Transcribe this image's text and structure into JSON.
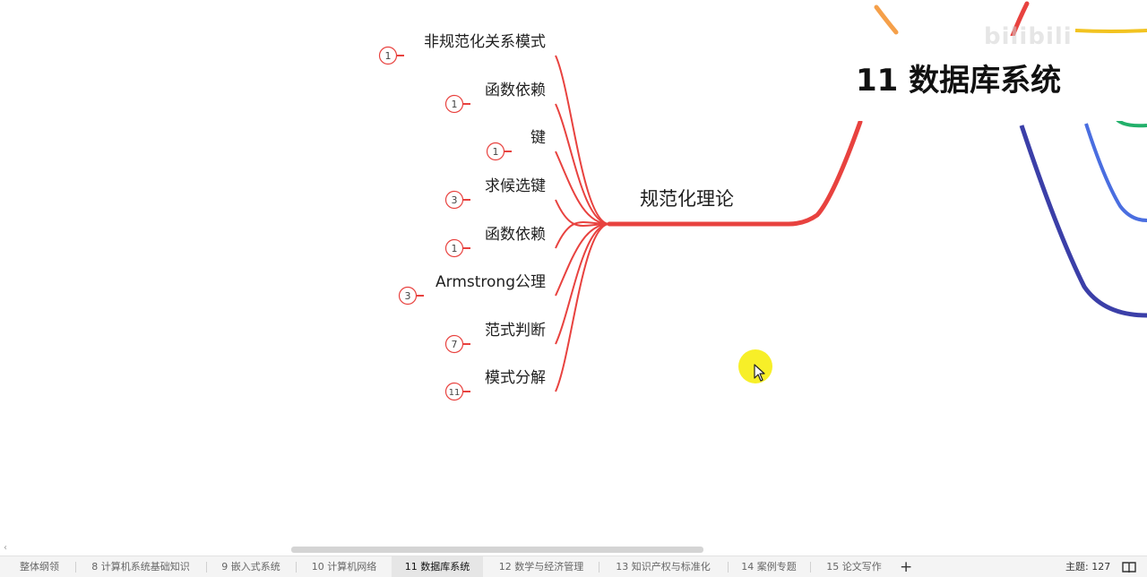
{
  "mindmap": {
    "root_title": "11 数据库系统",
    "central_topic": "规范化理论",
    "watermark": "bilibili",
    "branches": [
      {
        "label": "非规范化关系模式",
        "count": "1"
      },
      {
        "label": "函数依赖",
        "count": "1"
      },
      {
        "label": "键",
        "count": "1"
      },
      {
        "label": "求候选键",
        "count": "3"
      },
      {
        "label": "函数依赖",
        "count": "1"
      },
      {
        "label": "Armstrong公理",
        "count": "3"
      },
      {
        "label": "范式判断",
        "count": "7"
      },
      {
        "label": "模式分解",
        "count": "11"
      }
    ]
  },
  "colors": {
    "branch_red": "#e8423f",
    "orange": "#f5a04a",
    "yellow": "#f2c320",
    "green": "#22b06a",
    "blue": "#4a6ee0",
    "navy": "#3b3fa8",
    "cursor_highlight": "#f7ee1c"
  },
  "tabs": [
    {
      "label": "整体纲领",
      "active": false
    },
    {
      "label": "8 计算机系统基础知识",
      "active": false
    },
    {
      "label": "9 嵌入式系统",
      "active": false
    },
    {
      "label": "10 计算机网络",
      "active": false
    },
    {
      "label": "11 数据库系统",
      "active": true
    },
    {
      "label": "12 数学与经济管理",
      "active": false
    },
    {
      "label": "13 知识产权与标准化",
      "active": false
    },
    {
      "label": "14 案例专题",
      "active": false
    },
    {
      "label": "15 论文写作",
      "active": false
    }
  ],
  "status": {
    "add_tab": "+",
    "topic_count": "主题: 127"
  },
  "icons": {
    "cursor": "mouse-pointer-icon",
    "scroll_left": "chevron-left-icon",
    "view_mode": "book-icon"
  }
}
